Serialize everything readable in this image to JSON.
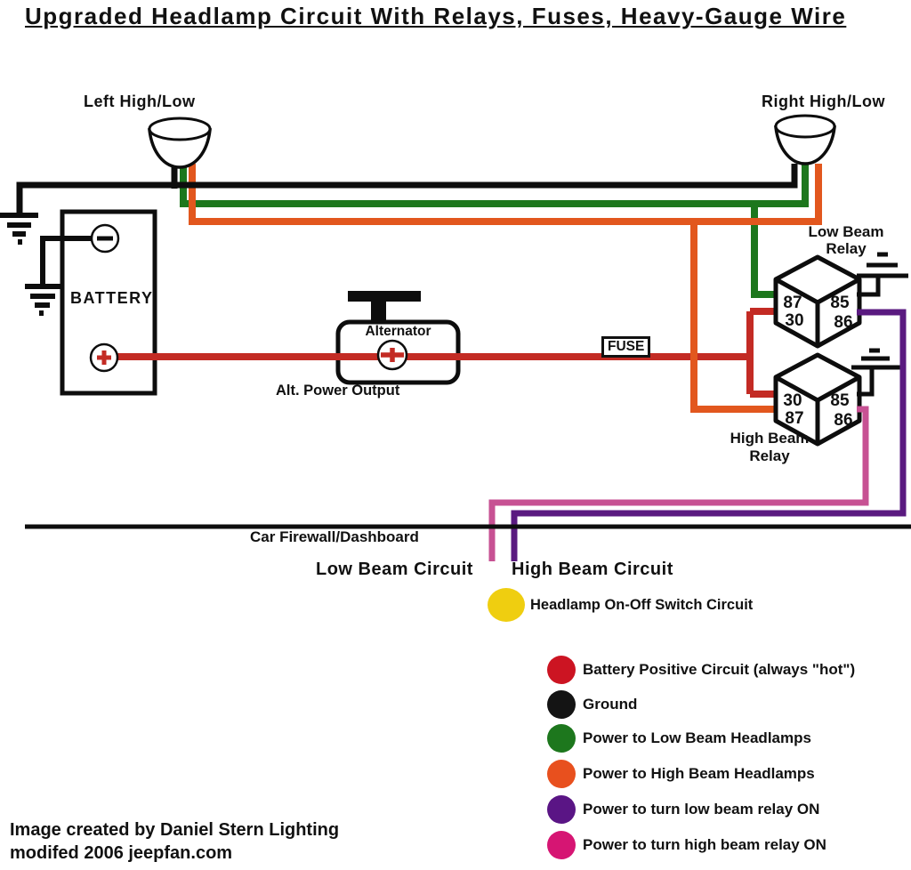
{
  "title": "Upgraded Headlamp Circuit With Relays, Fuses, Heavy-Gauge Wire",
  "components": {
    "left_headlamp": "Left High/Low",
    "right_headlamp": "Right High/Low",
    "battery": "BATTERY",
    "alternator": "Alternator",
    "alt_power_output": "Alt. Power Output",
    "fuse": "FUSE",
    "low_beam_relay_line1": "Low Beam",
    "low_beam_relay_line2": "Relay",
    "high_beam_relay_line1": "High Beam",
    "high_beam_relay_line2": "Relay",
    "firewall": "Car Firewall/Dashboard",
    "low_beam_circuit": "Low Beam Circuit",
    "high_beam_circuit": "High Beam Circuit"
  },
  "relay_terminals": {
    "low_beam": {
      "tl": "87",
      "bl": "30",
      "tr": "85",
      "br": "86"
    },
    "high_beam": {
      "tl": "30",
      "bl": "87",
      "tr": "85",
      "br": "86"
    }
  },
  "wire_colors": {
    "ground": "#0d0d0d",
    "battery_positive": "#c32b24",
    "low_beam_power": "#1d771d",
    "high_beam_power": "#e2571e",
    "low_relay_trigger": "#5a1a80",
    "high_relay_trigger": "#c75193"
  },
  "legend": {
    "switch_item": {
      "color": "#efce10",
      "label": "Headlamp On-Off Switch Circuit"
    },
    "items": [
      {
        "color": "#cc1422",
        "label": "Battery Positive Circuit (always \"hot\")"
      },
      {
        "color": "#141414",
        "label": "Ground"
      },
      {
        "color": "#1d771d",
        "label": "Power to Low Beam Headlamps"
      },
      {
        "color": "#e8501e",
        "label": "Power to High Beam Headlamps"
      },
      {
        "color": "#5a1585",
        "label": "Power to turn low beam relay ON"
      },
      {
        "color": "#d61573",
        "label": "Power to turn high beam relay ON"
      }
    ]
  },
  "credit": {
    "line1": "Image created by Daniel Stern Lighting",
    "line2": "modifed 2006 jeepfan.com"
  }
}
